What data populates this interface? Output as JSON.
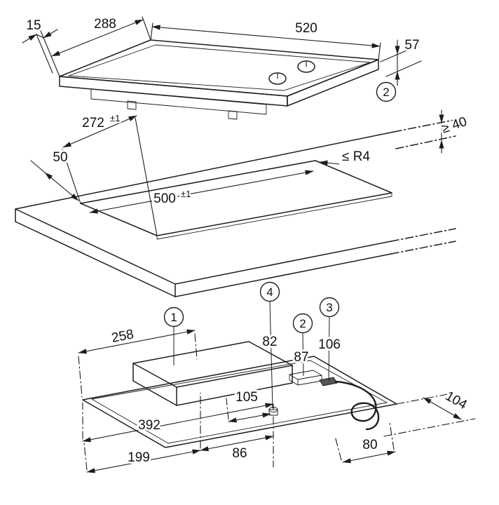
{
  "colors": {
    "line": "#1d1d1d",
    "paper": "#ffffff",
    "glass": "#fafafa"
  },
  "top_view": {
    "dim_15": "15",
    "dim_288": "288",
    "dim_520": "520",
    "dim_57": "57",
    "callout_2": "2"
  },
  "worktop": {
    "dim_272": "272",
    "tol_272": "±1",
    "dim_50": "50",
    "dim_500": "500",
    "tol_500": "±1",
    "radius_note": "≤ R4",
    "thickness_note": "≥ 40"
  },
  "underside": {
    "callout_1": "1",
    "callout_2": "2",
    "callout_3": "3",
    "callout_4": "4",
    "dim_258": "258",
    "dim_82": "82",
    "dim_87": "87",
    "dim_106": "106",
    "dim_105": "105",
    "dim_392": "392",
    "dim_199": "199",
    "dim_86": "86",
    "dim_80": "80",
    "dim_104": "104"
  }
}
